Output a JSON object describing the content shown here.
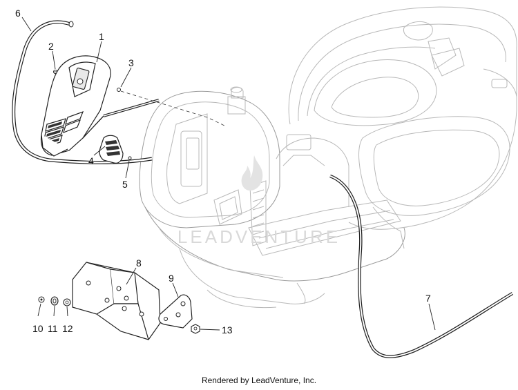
{
  "diagram": {
    "callouts": [
      "1",
      "2",
      "3",
      "4",
      "5",
      "6",
      "7",
      "8",
      "9",
      "10",
      "11",
      "12",
      "13"
    ],
    "watermark": "LEADVENTURE"
  },
  "footer": {
    "text": "Rendered by LeadVenture, Inc."
  }
}
